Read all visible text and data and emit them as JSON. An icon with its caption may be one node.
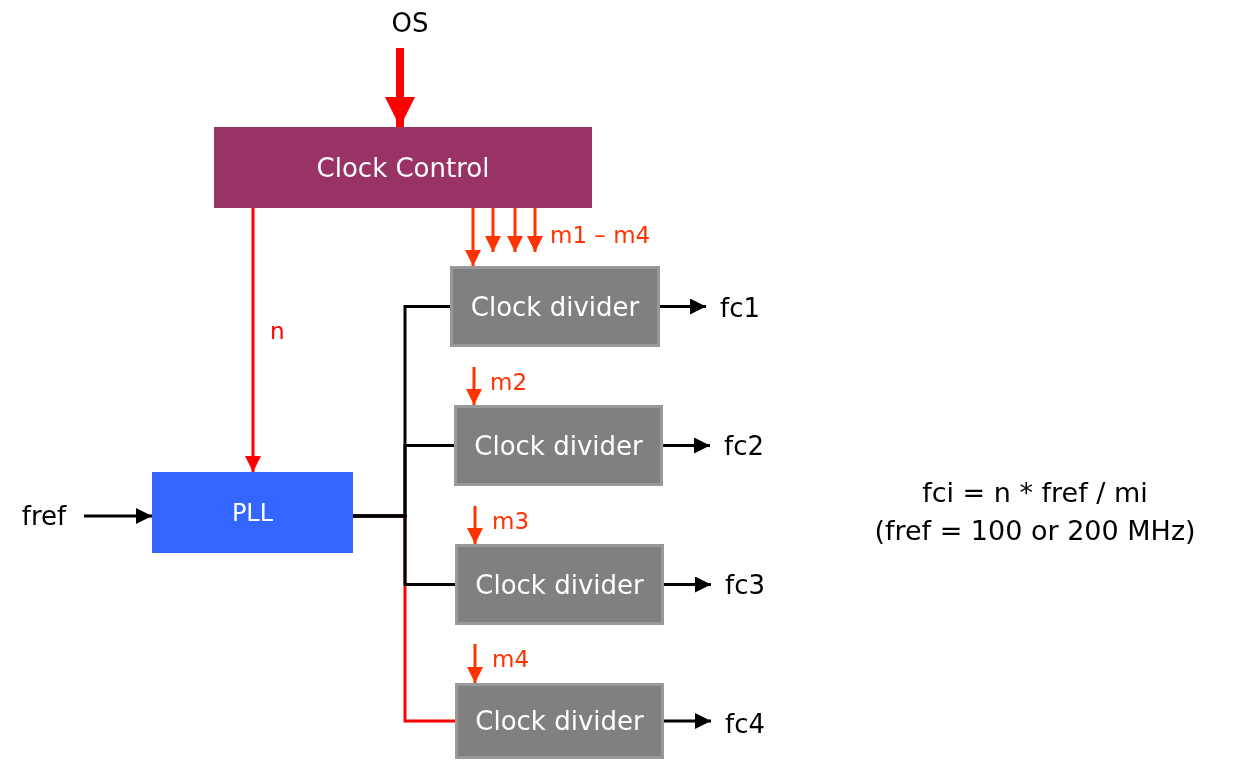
{
  "diagram": {
    "nodes": [
      {
        "text": [
          "OS"
        ]
      },
      {
        "text": [
          "Clock Control"
        ]
      },
      {
        "text": [
          "PLL"
        ]
      },
      {
        "text": [
          "fref"
        ]
      },
      {
        "text": [
          "Clock divider"
        ]
      },
      {
        "text": [
          "Clock divider"
        ]
      },
      {
        "text": [
          "Clock divider"
        ]
      },
      {
        "text": [
          "Clock divider"
        ]
      },
      {
        "text": [
          "fc1"
        ]
      },
      {
        "text": [
          "fc2"
        ]
      },
      {
        "text": [
          "fc3"
        ]
      },
      {
        "text": [
          "fc4"
        ]
      }
    ],
    "edges": [
      {
        "from": 0,
        "to": 1,
        "arrow": "to",
        "style": "thick",
        "color": "#ff0000"
      },
      {
        "from": 1,
        "to": 2,
        "arrow": "to",
        "label": "n",
        "color": "#ff0000"
      },
      {
        "from": 1,
        "to": 4,
        "arrow": "to",
        "color": "#ff3300"
      },
      {
        "from": 1,
        "to": 4,
        "arrow": "to",
        "color": "#ff3300"
      },
      {
        "from": 1,
        "to": 4,
        "arrow": "to",
        "color": "#ff3300"
      },
      {
        "from": 1,
        "to": 4,
        "arrow": "to",
        "label": "m1 – m4",
        "color": "#ff3300"
      },
      {
        "from": null,
        "to": 5,
        "arrow": "to",
        "label": "m2",
        "color": "#ff3300"
      },
      {
        "from": null,
        "to": 6,
        "arrow": "to",
        "label": "m3",
        "color": "#ff3300"
      },
      {
        "from": null,
        "to": 7,
        "arrow": "to",
        "label": "m4",
        "color": "#ff3300"
      },
      {
        "from": 3,
        "to": 2,
        "arrow": "to"
      },
      {
        "from": 2,
        "to": 4,
        "arrow": "none"
      },
      {
        "from": 2,
        "to": 5,
        "arrow": "none"
      },
      {
        "from": 2,
        "to": 6,
        "arrow": "none"
      },
      {
        "from": 2,
        "to": 7,
        "arrow": "none",
        "color": "#ff0000"
      },
      {
        "from": 4,
        "to": 8,
        "arrow": "to"
      },
      {
        "from": 5,
        "to": 9,
        "arrow": "to"
      },
      {
        "from": 6,
        "to": 10,
        "arrow": "to"
      },
      {
        "from": 7,
        "to": 11,
        "arrow": "to"
      }
    ],
    "labels": [
      "fci = n * fref / mi",
      "(fref = 100 or 200 MHz)"
    ]
  }
}
